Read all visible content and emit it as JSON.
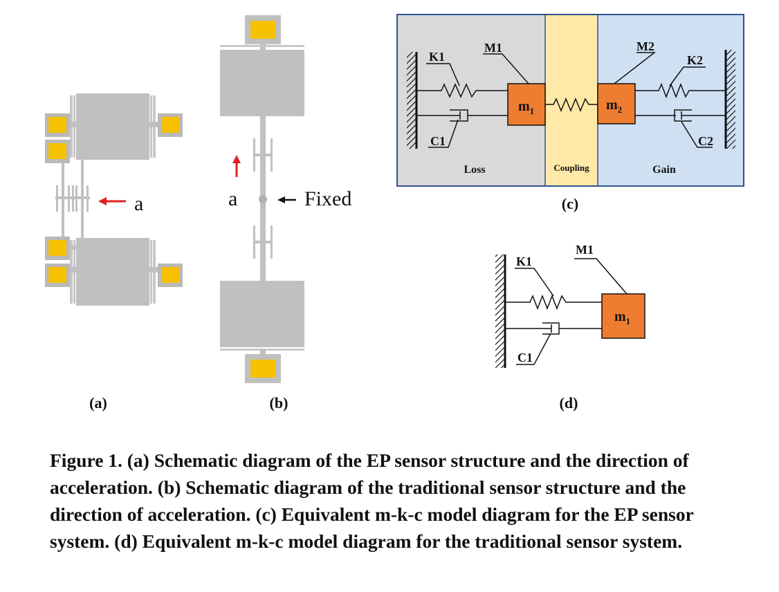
{
  "panel_a": {
    "label": "(a)",
    "annotation": "a",
    "colors": {
      "structure": "#c0c0c0",
      "pad_outer": "#b9b9b9",
      "pad_inner": "#f6c100",
      "arrow": "#e02020"
    }
  },
  "panel_b": {
    "label": "(b)",
    "annotation_a": "a",
    "annotation_fixed": "Fixed",
    "colors": {
      "structure": "#c0c0c0",
      "pad_inner": "#f6c100",
      "arrow_up": "#e02020",
      "arrow_left": "#111111"
    }
  },
  "panel_c": {
    "label": "(c)",
    "regions": {
      "loss": "Loss",
      "coupling": "Coupling",
      "gain": "Gain"
    },
    "labels": {
      "k1": "K1",
      "m1": "M1",
      "m2": "M2",
      "k2": "K2",
      "c1": "C1",
      "c2": "C2"
    },
    "mass1": {
      "main": "m",
      "sub": "1"
    },
    "mass2": {
      "main": "m",
      "sub": "2"
    },
    "colors": {
      "loss_bg": "#d9d9d9",
      "coupling_bg": "#ffe9a8",
      "gain_bg": "#cfe0f3",
      "border": "#2f528f",
      "mass": "#ee7d31"
    }
  },
  "panel_d": {
    "label": "(d)",
    "labels": {
      "k1": "K1",
      "m1": "M1",
      "c1": "C1"
    },
    "mass1": {
      "main": "m",
      "sub": "1"
    },
    "colors": {
      "mass": "#ee7d31"
    }
  },
  "caption": "Figure 1. (a) Schematic diagram of the EP sensor structure and the direction of acceleration. (b) Schematic diagram of the traditional sensor structure and the direction of acceleration. (c) Equivalent m-k-c model diagram for the EP sensor system. (d) Equivalent m-k-c model diagram for the traditional sensor system."
}
